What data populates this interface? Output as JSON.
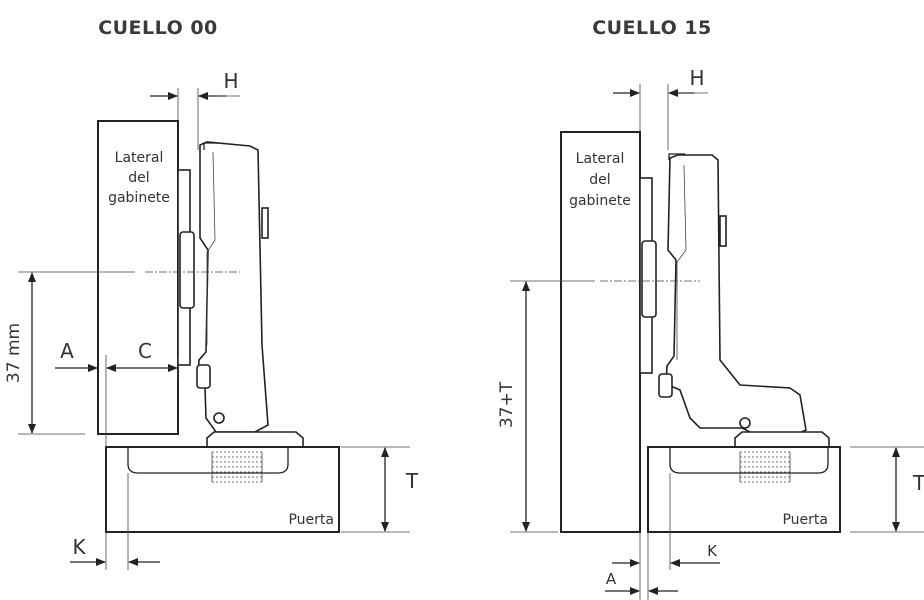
{
  "left": {
    "title": "CUELLO 00",
    "side_label": [
      "Lateral",
      "del",
      "gabinete"
    ],
    "door_label": "Puerta",
    "dims": {
      "H": "H",
      "A": "A",
      "C": "C",
      "T": "T",
      "K": "K",
      "vertical": "37 mm"
    }
  },
  "right": {
    "title": "CUELLO 15",
    "side_label": [
      "Lateral",
      "del",
      "gabinete"
    ],
    "door_label": "Puerta",
    "dims": {
      "H": "H",
      "A": "A",
      "K": "K",
      "T": "T",
      "vertical": "37+T"
    }
  }
}
